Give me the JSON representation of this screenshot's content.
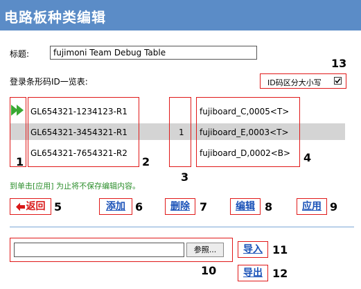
{
  "window": {
    "title": "电路板种类编辑"
  },
  "form": {
    "title_label": "标题:",
    "title_value": "fujimoni Team Debug Table",
    "list_label": "登录条形码ID一览表:",
    "case_checkbox_label": "ID码区分大小写",
    "case_checkbox_checked": true
  },
  "table": {
    "rows": [
      {
        "id": "GL654321-1234123-R1",
        "count": "",
        "board": "fujiboard_C,0005<T>",
        "current": true,
        "selected": false
      },
      {
        "id": "GL654321-3454321-R1",
        "count": "1",
        "board": "fujiboard_E,0003<T>",
        "current": false,
        "selected": true
      },
      {
        "id": "GL654321-7654321-R2",
        "count": "",
        "board": "fujiboard_D,0002<B>",
        "current": false,
        "selected": false
      }
    ]
  },
  "note": "到单击[应用] 为止将不保存编辑内容。",
  "buttons": {
    "back": "返回",
    "add": "添加",
    "delete": "删除",
    "edit": "编辑",
    "apply": "应用",
    "browse": "参照...",
    "import": "导入",
    "export": "导出"
  },
  "file_input": {
    "value": ""
  },
  "callouts": [
    "1",
    "2",
    "3",
    "4",
    "5",
    "6",
    "7",
    "8",
    "9",
    "10",
    "11",
    "12",
    "13"
  ],
  "colors": {
    "titlebar": "#5b8cc7",
    "callout_border": "#e01818",
    "link": "#1a52b8",
    "note": "#2d8f2d",
    "selected_row": "#d4d4d4",
    "current_arrow": "#3aa832"
  }
}
